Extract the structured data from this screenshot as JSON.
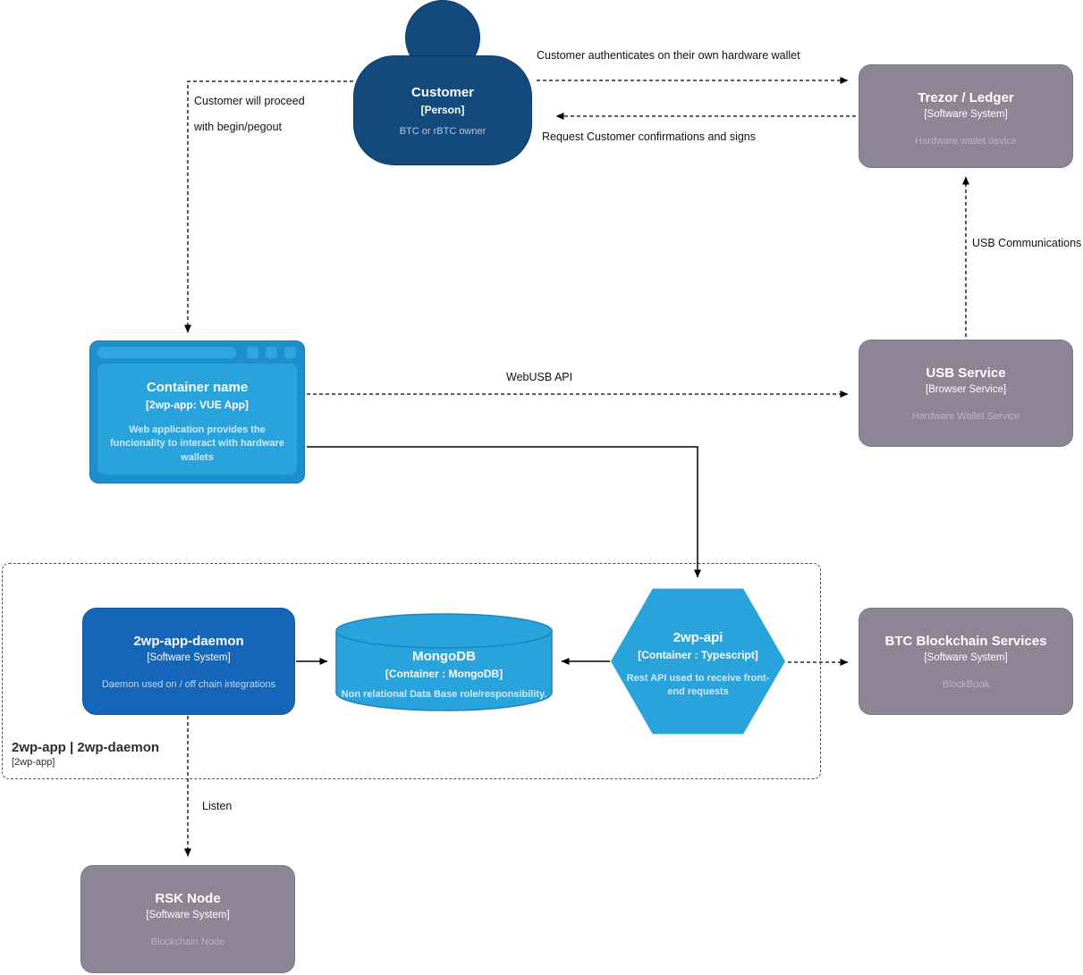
{
  "colors": {
    "person_blue": "#134a7e",
    "container_blue": "#29a3dc",
    "container_frame_blue": "#1e8fce",
    "daemon_blue": "#1565b8",
    "external_gray": "#8c8596",
    "arrow_black": "#000000"
  },
  "nodes": {
    "customer": {
      "title": "Customer",
      "meta": "[Person]",
      "desc": "BTC or rBTC owner"
    },
    "trezor": {
      "title": "Trezor / Ledger",
      "meta": "[Software System]",
      "desc": "Hardware wallet device"
    },
    "webapp": {
      "title": "Container name",
      "meta": "[2wp-app: VUE App]",
      "desc": "Web application provides the funcionality to interact with hardware wallets"
    },
    "usb_service": {
      "title": "USB Service",
      "meta": "[Browser Service]",
      "desc": "Hardware Wallet Service"
    },
    "daemon": {
      "title": "2wp-app-daemon",
      "meta": "[Software System]",
      "desc": "Daemon used on / off chain integrations"
    },
    "mongodb": {
      "title": "MongoDB",
      "meta": "[Container : MongoDB]",
      "desc": "Non relational Data Base role/responsibility."
    },
    "api": {
      "title": "2wp-api",
      "meta": "[Container : Typescript]",
      "desc": "Rest API used to receive front-end requests"
    },
    "btc": {
      "title": "BTC Blockchain Services",
      "meta": "[Software System]",
      "desc": "BlockBook"
    },
    "rsk": {
      "title": "RSK Node",
      "meta": "[Software System]",
      "desc": "Blockchain Node"
    }
  },
  "boundary": {
    "title": "2wp-app | 2wp-daemon",
    "meta": "[2wp-app]"
  },
  "edges": {
    "auth": "Customer authenticates on their own hardware wallet",
    "request": "Request Customer confirmations and signs",
    "proceed_line1": "Customer will proceed",
    "proceed_line2": "with begin/pegout",
    "webusb": "WebUSB API",
    "usb_comm": "USB Communications",
    "listen": "Listen"
  }
}
